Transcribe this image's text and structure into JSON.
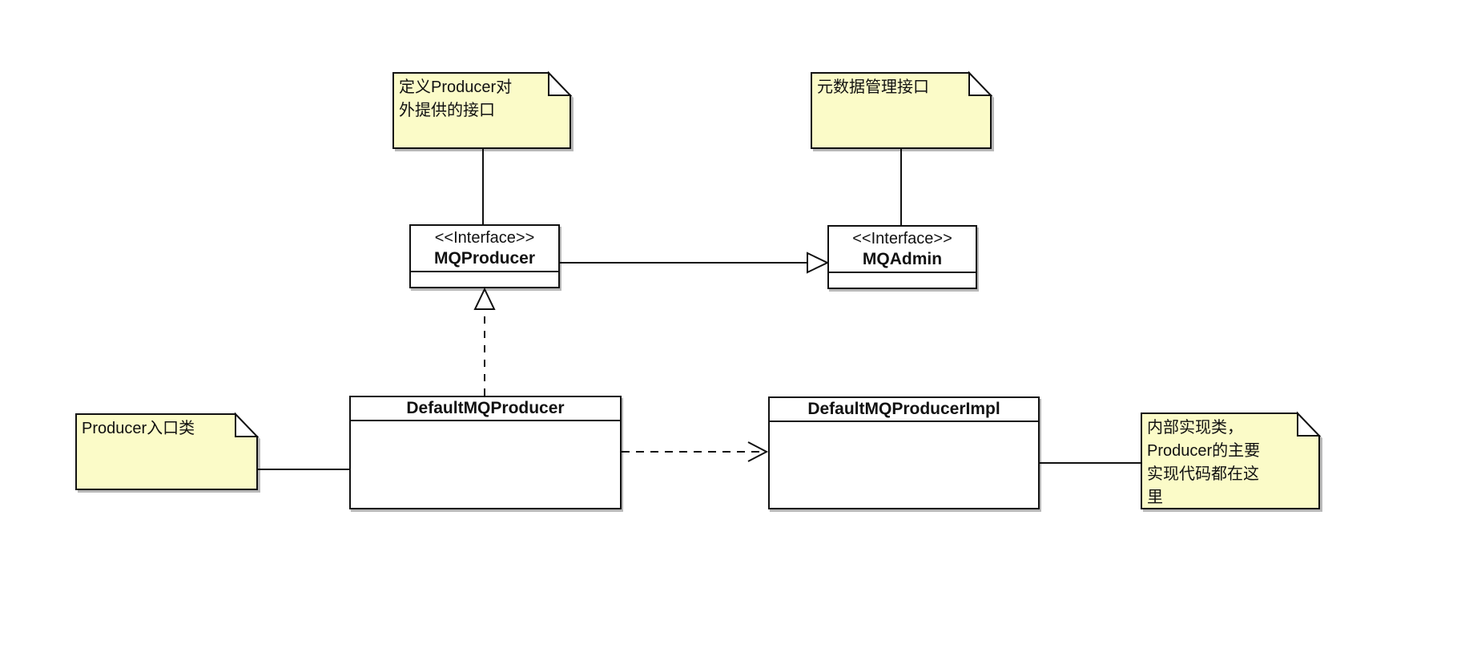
{
  "diagram": {
    "type": "uml-class-diagram",
    "background": "#ffffff",
    "colors": {
      "note_fill": "#fbfbc8",
      "box_fill": "#ffffff",
      "stroke": "#111111"
    },
    "notes": [
      {
        "id": "note-producer-interface",
        "text": "定义Producer对\n外提供的接口",
        "attached_to": "MQProducer"
      },
      {
        "id": "note-metadata-interface",
        "text": "元数据管理接口",
        "attached_to": "MQAdmin"
      },
      {
        "id": "note-producer-entry",
        "text": "Producer入口类",
        "attached_to": "DefaultMQProducer"
      },
      {
        "id": "note-internal-impl",
        "text": "内部实现类，\nProducer的主要\n实现代码都在这\n里",
        "attached_to": "DefaultMQProducerImpl"
      }
    ],
    "classes": [
      {
        "stereotype": "<<Interface>>",
        "name": "MQProducer"
      },
      {
        "stereotype": "<<Interface>>",
        "name": "MQAdmin"
      },
      {
        "name": "DefaultMQProducer"
      },
      {
        "name": "DefaultMQProducerImpl"
      }
    ],
    "relations": [
      {
        "from": "MQProducer",
        "to": "MQAdmin",
        "type": "generalization",
        "line": "solid",
        "arrowhead": "hollow-triangle"
      },
      {
        "from": "DefaultMQProducer",
        "to": "MQProducer",
        "type": "realization",
        "line": "dashed",
        "arrowhead": "hollow-triangle"
      },
      {
        "from": "DefaultMQProducer",
        "to": "DefaultMQProducerImpl",
        "type": "dependency",
        "line": "dashed",
        "arrowhead": "open-arrow"
      },
      {
        "from": "note-producer-interface",
        "to": "MQProducer",
        "type": "note-link",
        "line": "solid",
        "arrowhead": "none"
      },
      {
        "from": "note-metadata-interface",
        "to": "MQAdmin",
        "type": "note-link",
        "line": "solid",
        "arrowhead": "none"
      },
      {
        "from": "note-producer-entry",
        "to": "DefaultMQProducer",
        "type": "note-link",
        "line": "solid",
        "arrowhead": "none"
      },
      {
        "from": "note-internal-impl",
        "to": "DefaultMQProducerImpl",
        "type": "note-link",
        "line": "solid",
        "arrowhead": "none"
      }
    ]
  }
}
